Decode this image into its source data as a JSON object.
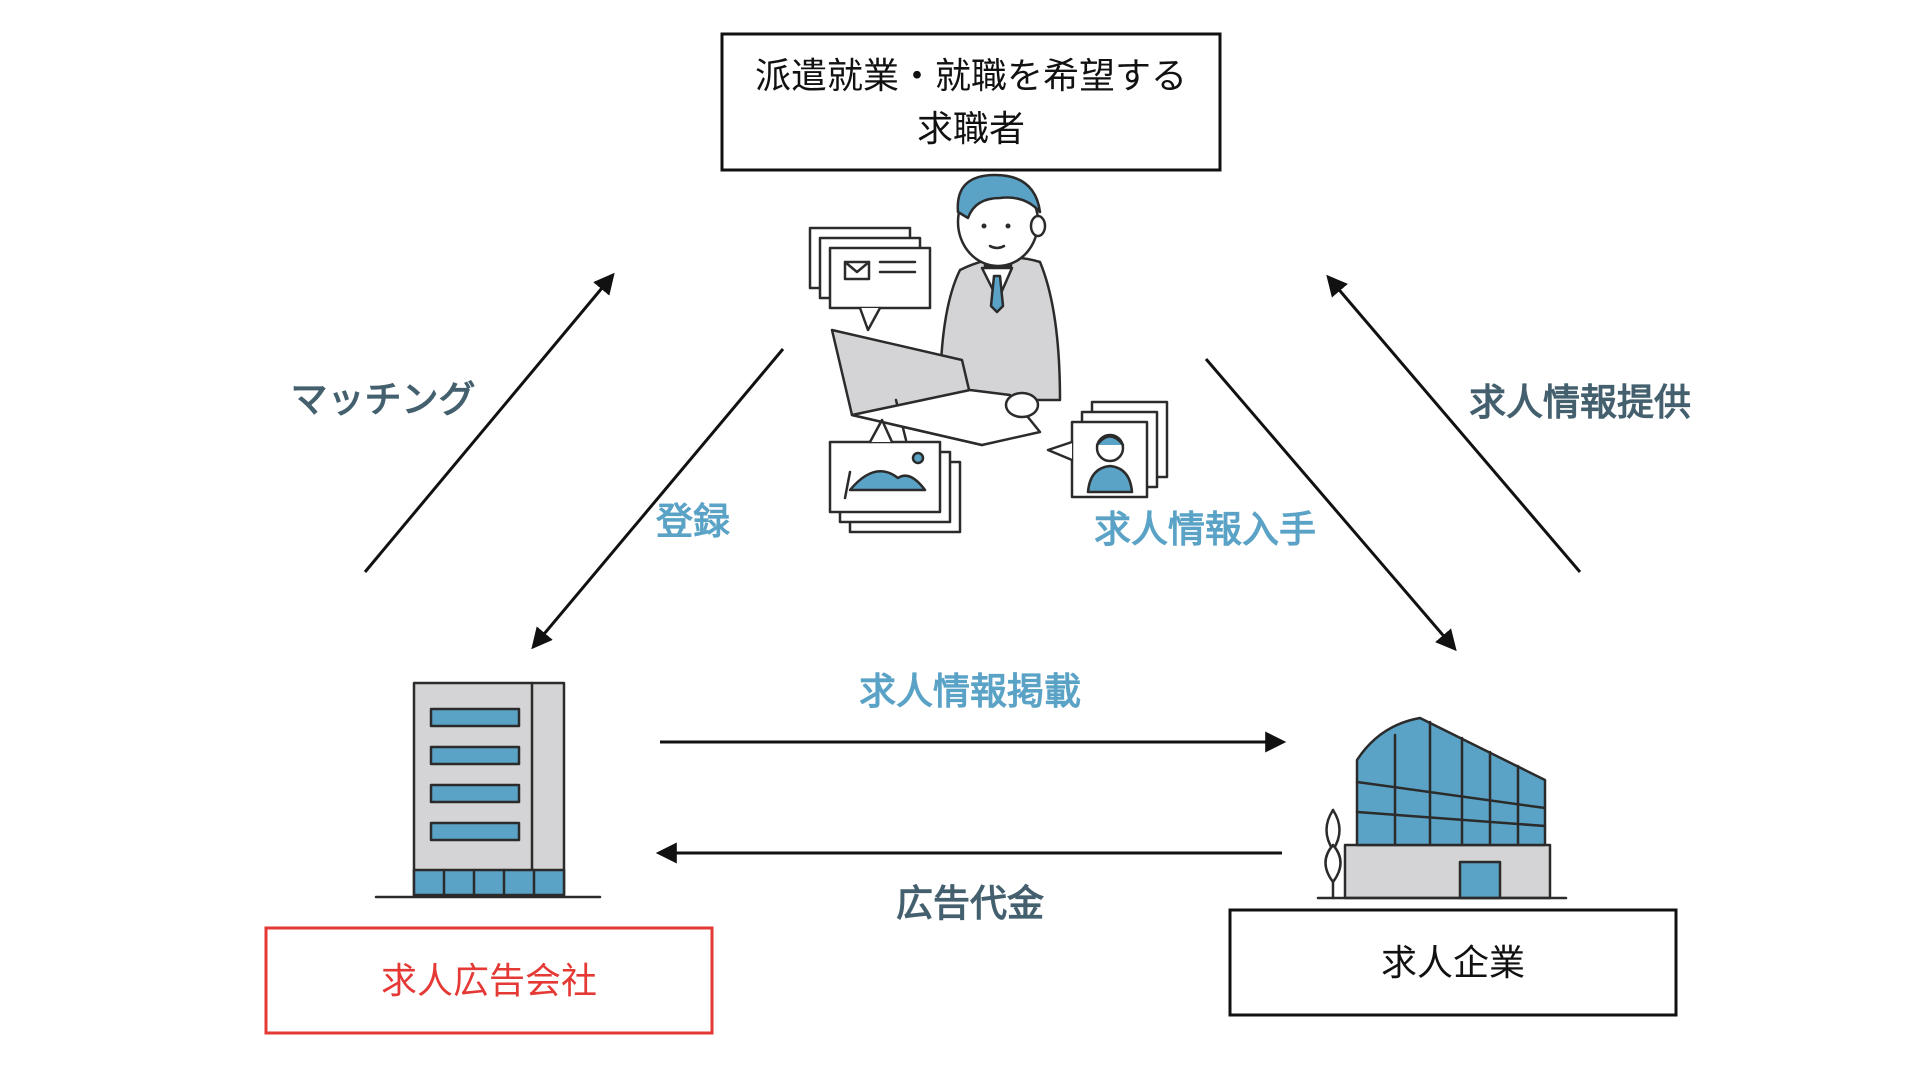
{
  "nodes": {
    "job_seeker": {
      "line1": "派遣就業・就職を希望する",
      "line2": "求職者"
    },
    "ad_company": {
      "label": "求人広告会社"
    },
    "employer": {
      "label": "求人企業"
    }
  },
  "edges": {
    "matching": "マッチング",
    "registration": "登録",
    "info_obtain": "求人情報入手",
    "info_provide": "求人情報提供",
    "posting": "求人情報掲載",
    "ad_fee": "広告代金"
  },
  "colors": {
    "accent_blue": "#5ba3c6",
    "dark_slate": "#44606e",
    "highlight_red": "#e53935",
    "line": "#111111",
    "building_gray": "#d4d4d6"
  },
  "icons": {
    "center": "person-at-laptop-icon",
    "left": "office-building-icon",
    "right": "corporate-building-icon"
  }
}
